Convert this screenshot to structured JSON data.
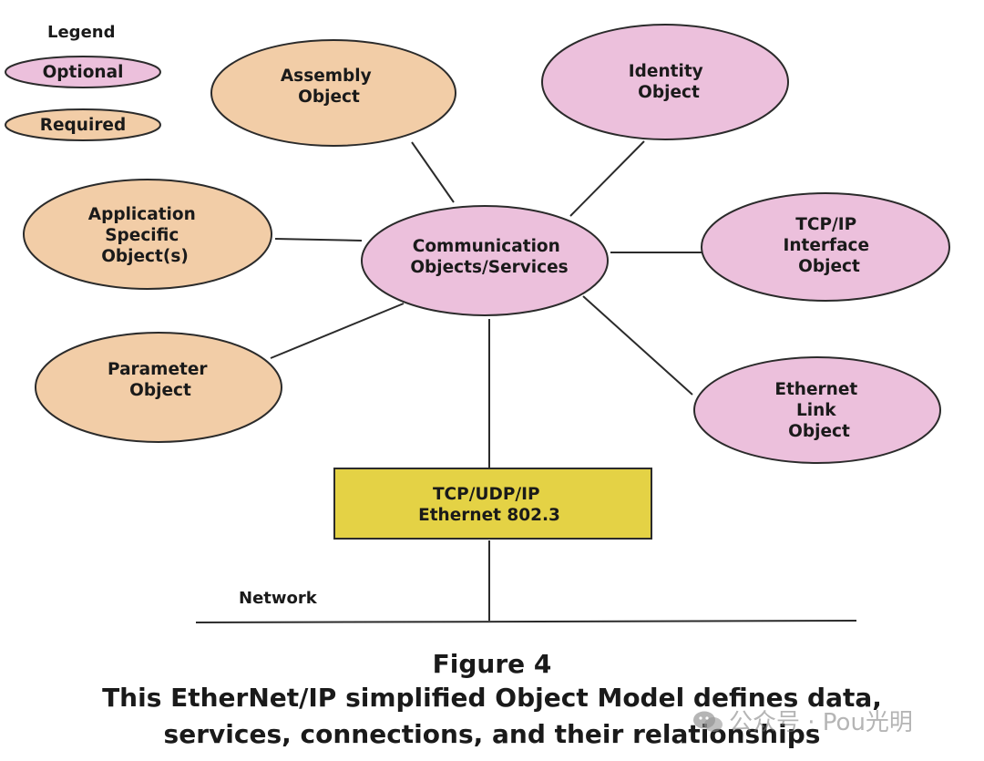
{
  "legend": {
    "title": "Legend",
    "optional": "Optional",
    "required": "Required"
  },
  "colors": {
    "optional_fill": "#ecc0dc",
    "required_fill": "#f2cda7",
    "box_fill": "#e4d245",
    "stroke": "#2b2b2b"
  },
  "nodes": {
    "assembly": [
      "Assembly",
      "Object"
    ],
    "identity": [
      "Identity",
      "Object"
    ],
    "application": [
      "Application",
      "Specific",
      "Object(s)"
    ],
    "communication": [
      "Communication",
      "Objects/Services"
    ],
    "tcpip": [
      "TCP/IP",
      "Interface",
      "Object"
    ],
    "parameter": [
      "Parameter",
      "Object"
    ],
    "ethernet_link": [
      "Ethernet",
      "Link",
      "Object"
    ],
    "stack": [
      "TCP/UDP/IP",
      "Ethernet 802.3"
    ]
  },
  "network_label": "Network",
  "caption": {
    "title": "Figure 4",
    "line1": "This EtherNet/IP simplified Object Model defines data,",
    "line2": "services, connections, and their relationships"
  },
  "watermark": {
    "text": "公众号 · Pou光明",
    "icon": "wechat-icon"
  }
}
